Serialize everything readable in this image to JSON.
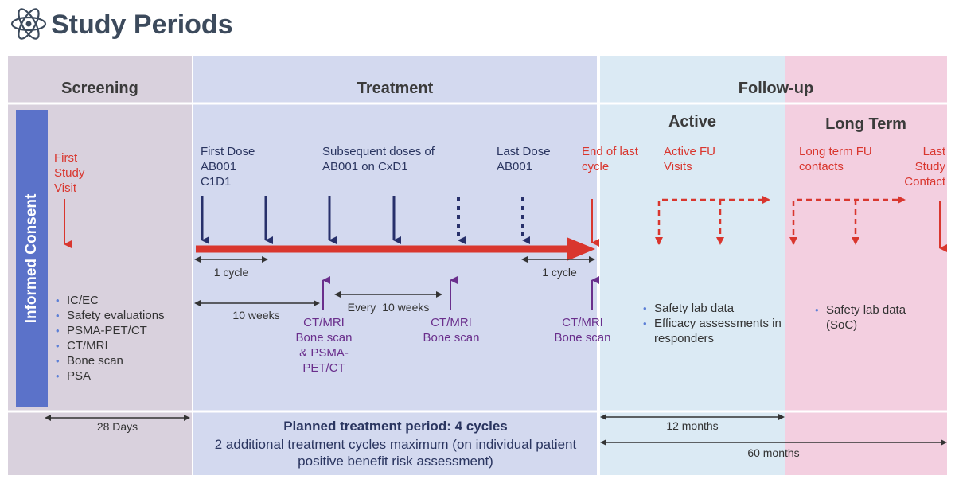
{
  "title": "Study Periods",
  "icon": "atom-icon",
  "colors": {
    "screening_bg": "#d9d1dd",
    "treatment_bg": "#d3d9ef",
    "active_bg": "#dbeaf4",
    "longterm_bg": "#f3cfe0",
    "arrow_red": "#d9362e",
    "arrow_navy": "#27306b",
    "purple": "#6a2f8c",
    "consent": "#5b72c9"
  },
  "phases": {
    "screening": "Screening",
    "treatment": "Treatment",
    "followup": "Follow-up",
    "active": "Active",
    "long_term": "Long Term"
  },
  "informed_consent": "Informed Consent",
  "labels": {
    "first_study_visit": "First Study Visit",
    "first_dose": "First Dose AB001 C1D1",
    "subsequent_doses": "Subsequent doses of AB001 on CxD1",
    "last_dose": "Last Dose AB001",
    "end_of_last_cycle": "End of last cycle",
    "active_fu_visits": "Active FU Visits",
    "long_term_fu": "Long term FU contacts",
    "last_study_contact": "Last Study Contact"
  },
  "imaging": {
    "first": "CT/MRI Bone scan & PSMA-PET/CT",
    "second": "CT/MRI Bone scan",
    "last": "CT/MRI Bone scan"
  },
  "durations": {
    "cycle_first": "1 cycle",
    "cycle_last": "1 cycle",
    "ten_weeks": "10 weeks",
    "every_ten_weeks": "Every  10 weeks",
    "screening_days": "28 Days",
    "twelve_months": "12 months",
    "sixty_months": "60 months"
  },
  "screening_items": [
    "IC/EC",
    "Safety evaluations",
    "PSMA-PET/CT",
    "CT/MRI",
    "Bone scan",
    "PSA"
  ],
  "active_items": [
    "Safety lab data",
    "Efficacy assessments in responders"
  ],
  "longterm_items": [
    "Safety lab data (SoC)"
  ],
  "planned": {
    "line1": "Planned treatment period: 4 cycles",
    "line2": "2 additional treatment cycles maximum (on individual patient positive benefit risk assessment)"
  }
}
